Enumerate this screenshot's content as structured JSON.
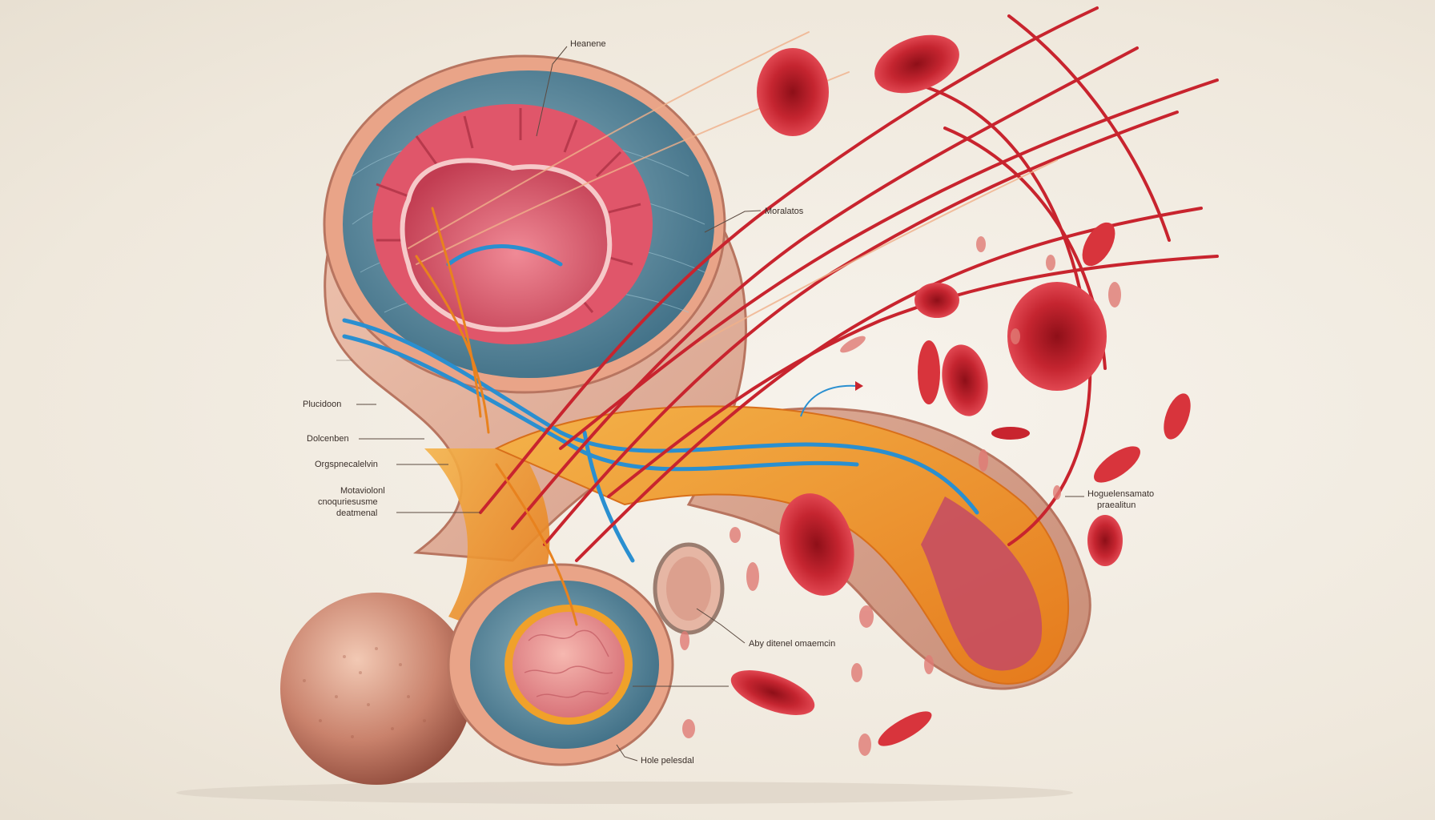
{
  "labels": {
    "top": "Heanene",
    "upper_right": "Moralatos",
    "left_faint": "",
    "left_1": "Plucidoon",
    "left_2": "Dolcenben",
    "left_3": "Orgspnecalelvin",
    "left_4a": "Motaviolonl",
    "left_4b": "cnoquriesusme",
    "left_4c": "deatmenal",
    "right_a": "Hoguelensamato",
    "right_b": "praealitun",
    "lower_mid": "Aby ditenel omaemcin",
    "bottom": "Hole pelesdal"
  },
  "colors": {
    "background": "#efe8dc",
    "muscle_pink": "#e0566a",
    "lumen": "#d9485c",
    "wall_blue": "#4f7f95",
    "fat_orange": "#f0a12a",
    "artery_red": "#c8242e",
    "vein_blue": "#2a8fd0",
    "skin": "#d99a86",
    "rbc_red": "#c41f2a"
  }
}
